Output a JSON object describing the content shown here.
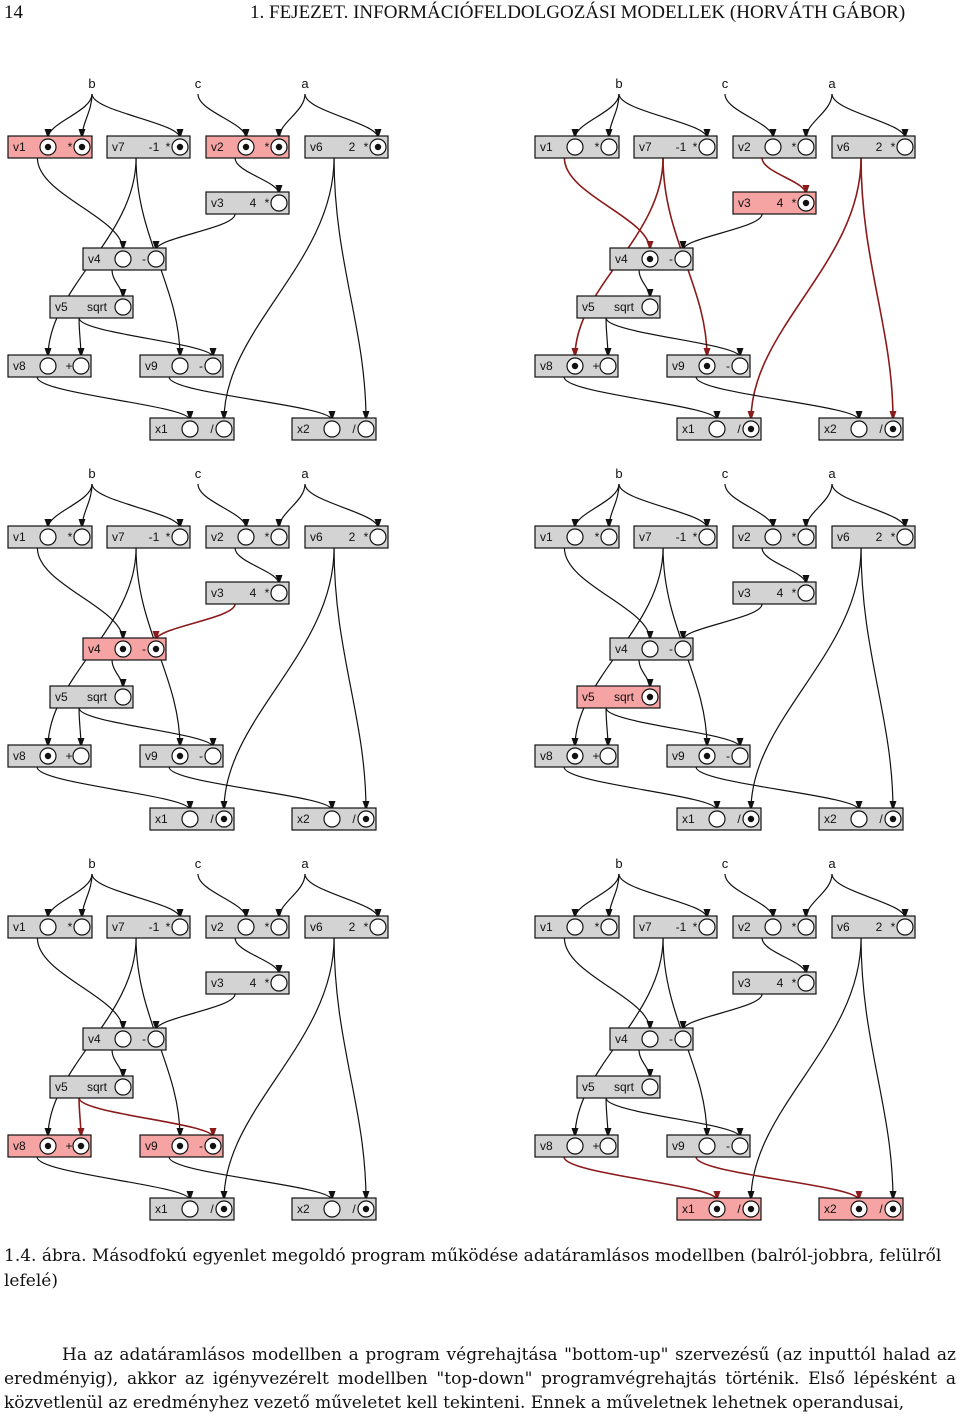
{
  "header": {
    "page_number": "14",
    "chapter_title": "1. FEJEZET. INFORMÁCIÓFELDOLGOZÁSI MODELLEK (HORVÁTH GÁBOR)"
  },
  "figure": {
    "colors": {
      "active_fill": "#f5a3a3",
      "node_fill": "#d3d3d3",
      "active_arrow": "#8b1a1a",
      "line": "#111111"
    },
    "inputs": [
      {
        "id": "b",
        "label": "b"
      },
      {
        "id": "c",
        "label": "c"
      },
      {
        "id": "a",
        "label": "a"
      }
    ],
    "nodes": [
      {
        "id": "v1",
        "name": "v1",
        "left": "",
        "op": "*",
        "inputs": 2
      },
      {
        "id": "v7",
        "name": "v7",
        "left": "-1",
        "op": "*",
        "inputs": 1
      },
      {
        "id": "v2",
        "name": "v2",
        "left": "",
        "op": "*",
        "inputs": 2
      },
      {
        "id": "v6",
        "name": "v6",
        "left": "2",
        "op": "*",
        "inputs": 1
      },
      {
        "id": "v3",
        "name": "v3",
        "left": "4",
        "op": "*",
        "inputs": 1
      },
      {
        "id": "v4",
        "name": "v4",
        "left": "",
        "op": "-",
        "inputs": 2
      },
      {
        "id": "v5",
        "name": "v5",
        "left": "sqrt",
        "op": "",
        "inputs": 1
      },
      {
        "id": "v8",
        "name": "v8",
        "left": "",
        "op": "+",
        "inputs": 2
      },
      {
        "id": "v9",
        "name": "v9",
        "left": "",
        "op": "-",
        "inputs": 2
      },
      {
        "id": "x1",
        "name": "x1",
        "left": "",
        "op": "/",
        "inputs": 2
      },
      {
        "id": "x2",
        "name": "x2",
        "left": "",
        "op": "/",
        "inputs": 2
      }
    ],
    "edges": [
      {
        "from": "b",
        "to": "v1",
        "port": 0
      },
      {
        "from": "b",
        "to": "v1",
        "port": 1
      },
      {
        "from": "b",
        "to": "v7",
        "port": 0
      },
      {
        "from": "c",
        "to": "v2",
        "port": 0
      },
      {
        "from": "a",
        "to": "v2",
        "port": 1
      },
      {
        "from": "a",
        "to": "v6",
        "port": 0
      },
      {
        "from": "v1",
        "to": "v4",
        "port": 0
      },
      {
        "from": "v2",
        "to": "v3",
        "port": 0
      },
      {
        "from": "v3",
        "to": "v4",
        "port": 1
      },
      {
        "from": "v4",
        "to": "v5",
        "port": 0
      },
      {
        "from": "v7",
        "to": "v8",
        "port": 0
      },
      {
        "from": "v5",
        "to": "v8",
        "port": 1
      },
      {
        "from": "v7",
        "to": "v9",
        "port": 0
      },
      {
        "from": "v5",
        "to": "v9",
        "port": 1
      },
      {
        "from": "v8",
        "to": "x1",
        "port": 0
      },
      {
        "from": "v6",
        "to": "x1",
        "port": 1
      },
      {
        "from": "v9",
        "to": "x2",
        "port": 0
      },
      {
        "from": "v6",
        "to": "x2",
        "port": 1
      }
    ],
    "stages": [
      {
        "active": [
          "v1",
          "v2"
        ],
        "filled": {
          "v1": [
            0,
            1
          ],
          "v7": [
            0
          ],
          "v2": [
            0,
            1
          ],
          "v6": [
            0
          ]
        },
        "red_edges": []
      },
      {
        "active": [
          "v3"
        ],
        "filled": {
          "v4": [
            0
          ],
          "v8": [
            0
          ],
          "v9": [
            0
          ],
          "v3": [
            0
          ],
          "x1": [
            1
          ],
          "x2": [
            1
          ]
        },
        "red_edges": [
          {
            "from": "v7",
            "to": "v8"
          },
          {
            "from": "v7",
            "to": "v9"
          },
          {
            "from": "v2",
            "to": "v3"
          },
          {
            "from": "v6",
            "to": "x1"
          },
          {
            "from": "v6",
            "to": "x2"
          },
          {
            "from": "v1",
            "to": "v4"
          }
        ]
      },
      {
        "active": [
          "v4"
        ],
        "filled": {
          "v4": [
            0,
            1
          ],
          "v8": [
            0
          ],
          "v9": [
            0
          ],
          "x1": [
            1
          ],
          "x2": [
            1
          ]
        },
        "red_edges": [
          {
            "from": "v3",
            "to": "v4"
          }
        ]
      },
      {
        "active": [
          "v5"
        ],
        "filled": {
          "v5": [
            0
          ],
          "v8": [
            0
          ],
          "v9": [
            0
          ],
          "x1": [
            1
          ],
          "x2": [
            1
          ]
        },
        "red_edges": []
      },
      {
        "active": [
          "v8",
          "v9"
        ],
        "filled": {
          "v8": [
            0,
            1
          ],
          "v9": [
            0,
            1
          ],
          "x1": [
            1
          ],
          "x2": [
            1
          ]
        },
        "red_edges": [
          {
            "from": "v5",
            "to": "v8"
          },
          {
            "from": "v5",
            "to": "v9"
          }
        ]
      },
      {
        "active": [
          "x1",
          "x2"
        ],
        "filled": {
          "x1": [
            0,
            1
          ],
          "x2": [
            0,
            1
          ]
        },
        "red_edges": [
          {
            "from": "v8",
            "to": "x1"
          },
          {
            "from": "v9",
            "to": "x2"
          }
        ]
      }
    ]
  },
  "caption": "1.4. ábra. Másodfokú egyenlet megoldó program működése adatáramlásos modellben (balról-jobbra, felülről lefelé)",
  "paragraph": "Ha az adatáramlásos modellben a program végrehajtása \"bottom-up\" szervezésű (az inputtól halad az eredményig), akkor az igényvezérelt modellben \"top-down\" programvégrehajtás történik. Első lépésként a közvetlenül az eredményhez vezető műveletet kell tekinteni. Ennek a műveletnek lehetnek operandusai,"
}
